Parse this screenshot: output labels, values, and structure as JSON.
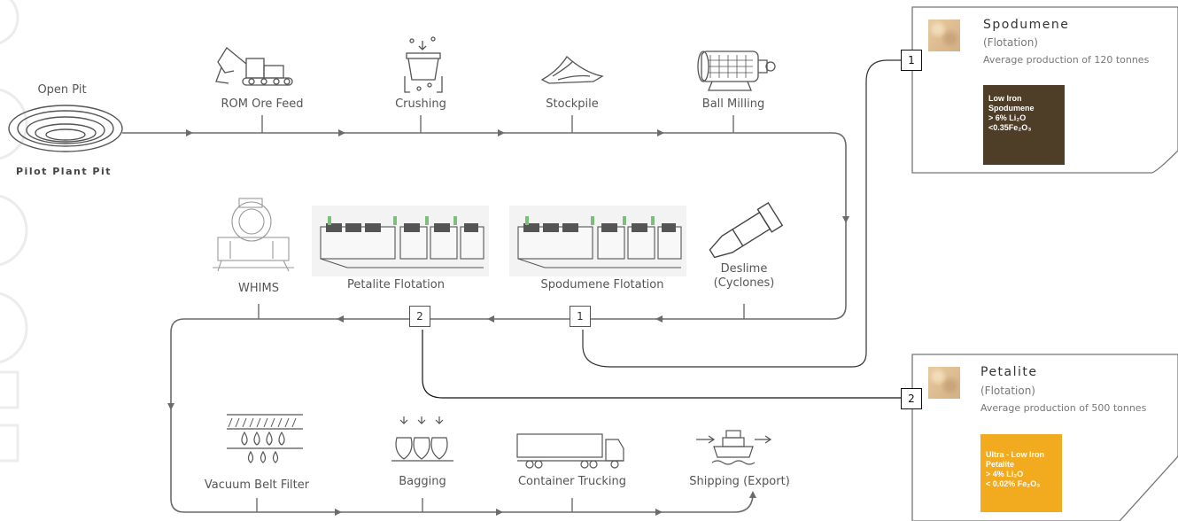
{
  "source": {
    "top_label": "Open Pit",
    "bottom_label": "Pilot Plant Pit"
  },
  "stages_top": [
    {
      "label": "ROM Ore Feed",
      "icon": "excavator-icon"
    },
    {
      "label": "Crushing",
      "icon": "crusher-icon"
    },
    {
      "label": "Stockpile",
      "icon": "stockpile-icon"
    },
    {
      "label": "Ball Milling",
      "icon": "ball-mill-icon"
    }
  ],
  "stages_middle": [
    {
      "label": "WHIMS",
      "icon": "whims-icon"
    },
    {
      "label": "Petalite Flotation",
      "icon": "flotation-cells-icon"
    },
    {
      "label": "Spodumene Flotation",
      "icon": "flotation-cells-icon"
    },
    {
      "label": "Deslime",
      "sub": "(Cyclones)",
      "icon": "cyclone-icon"
    }
  ],
  "stages_bottom": [
    {
      "label": "Vacuum Belt Filter",
      "icon": "vacuum-filter-icon"
    },
    {
      "label": "Bagging",
      "icon": "bags-icon"
    },
    {
      "label": "Container Trucking",
      "icon": "truck-icon"
    },
    {
      "label": "Shipping (Export)",
      "icon": "ship-icon"
    }
  ],
  "markers": {
    "one": "1",
    "two": "2"
  },
  "products": [
    {
      "marker": "1",
      "title": "Spodumene",
      "subtitle": "(Flotation)",
      "production": "Average production of 120 tonnes",
      "grade_color": "#4e3d27",
      "grade_lines": [
        "Low Iron",
        "Spodumene",
        "> 6% Li₂O",
        "<0.35Fe₂O₃"
      ]
    },
    {
      "marker": "2",
      "title": "Petalite",
      "subtitle": "(Flotation)",
      "production": "Average production of 500 tonnes",
      "grade_color": "#f2aa1f",
      "grade_lines": [
        "Ultra - Low Iron",
        "Petalite",
        "> 4% Li₂O",
        "< 0.02% Fe₂O₃"
      ]
    }
  ],
  "colors": {
    "line": "#6b6b6b",
    "connector": "#333333",
    "spodumene_grade": "#4e3d27",
    "petalite_grade": "#f2aa1f"
  }
}
